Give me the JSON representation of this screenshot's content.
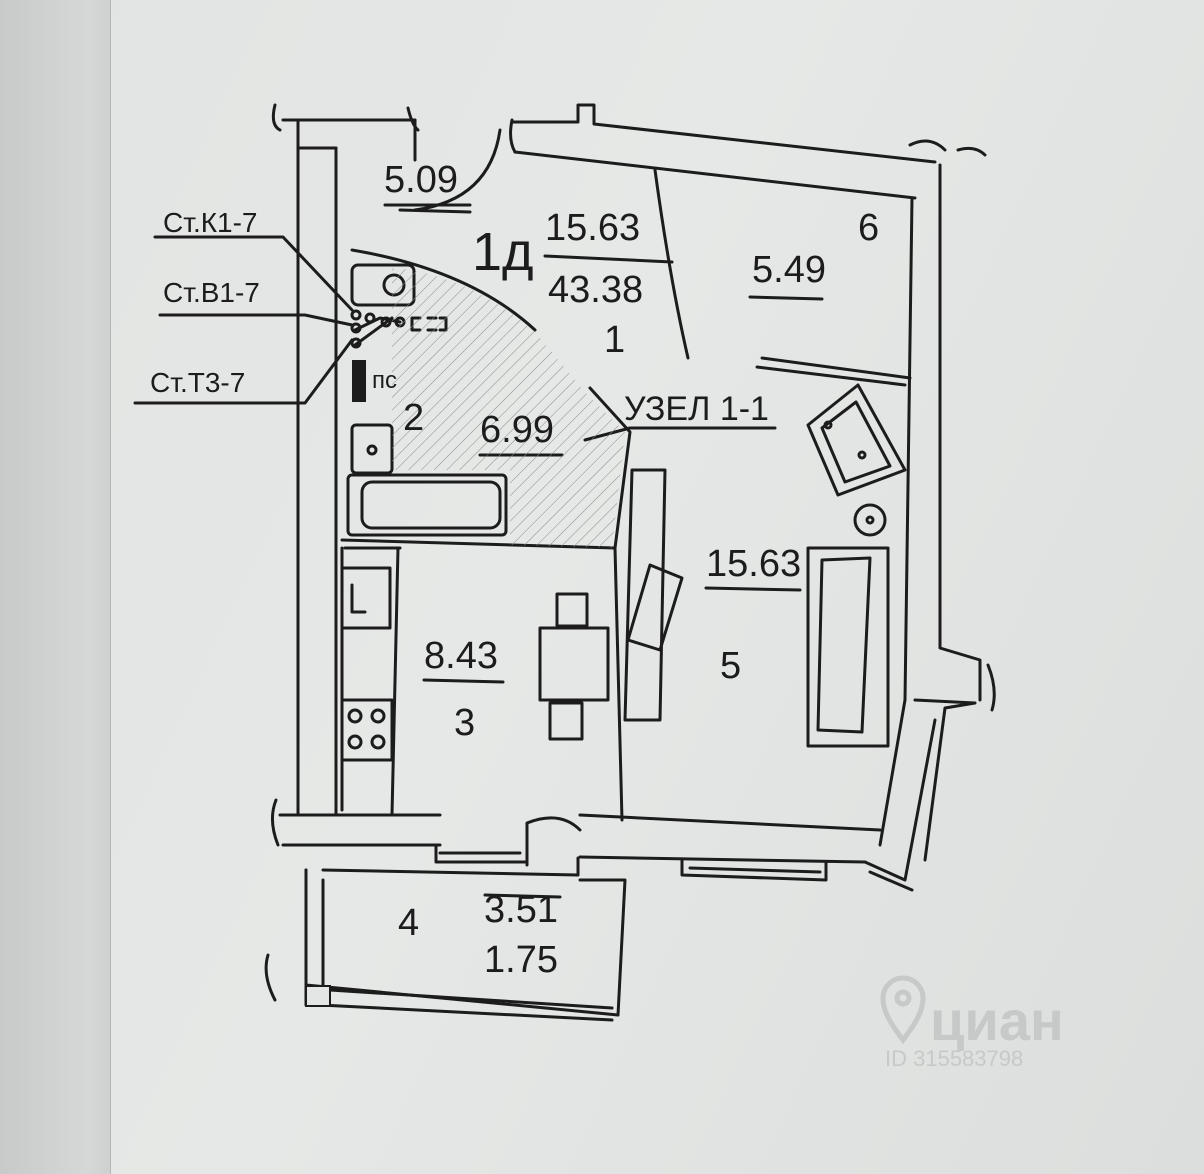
{
  "apartment_type": "1д",
  "risers": {
    "k1": "Ст.К1-7",
    "v1": "Ст.В1-7",
    "t3": "Ст.Т3-7"
  },
  "rooms": {
    "hall": {
      "area": "5.09"
    },
    "summary": {
      "area": "15.63",
      "total": "43.38",
      "number": "1"
    },
    "bathroom": {
      "area": "6.99",
      "number": "2"
    },
    "kitchen": {
      "area": "8.43",
      "number": "3"
    },
    "balcony": {
      "area": "3.51",
      "reduced": "1.75",
      "number": "4"
    },
    "living": {
      "area": "15.63",
      "number": "5"
    },
    "closet": {
      "area": "5.49",
      "number": "6"
    }
  },
  "duct_label": "пс",
  "node_label": "УЗЕЛ 1-1",
  "watermark": {
    "brand": "циан",
    "id": "ID 315583798"
  },
  "colors": {
    "ink": "#1c1c1c",
    "wall_fill": "#e4e6e5",
    "hatch": "#8a8c8b"
  }
}
